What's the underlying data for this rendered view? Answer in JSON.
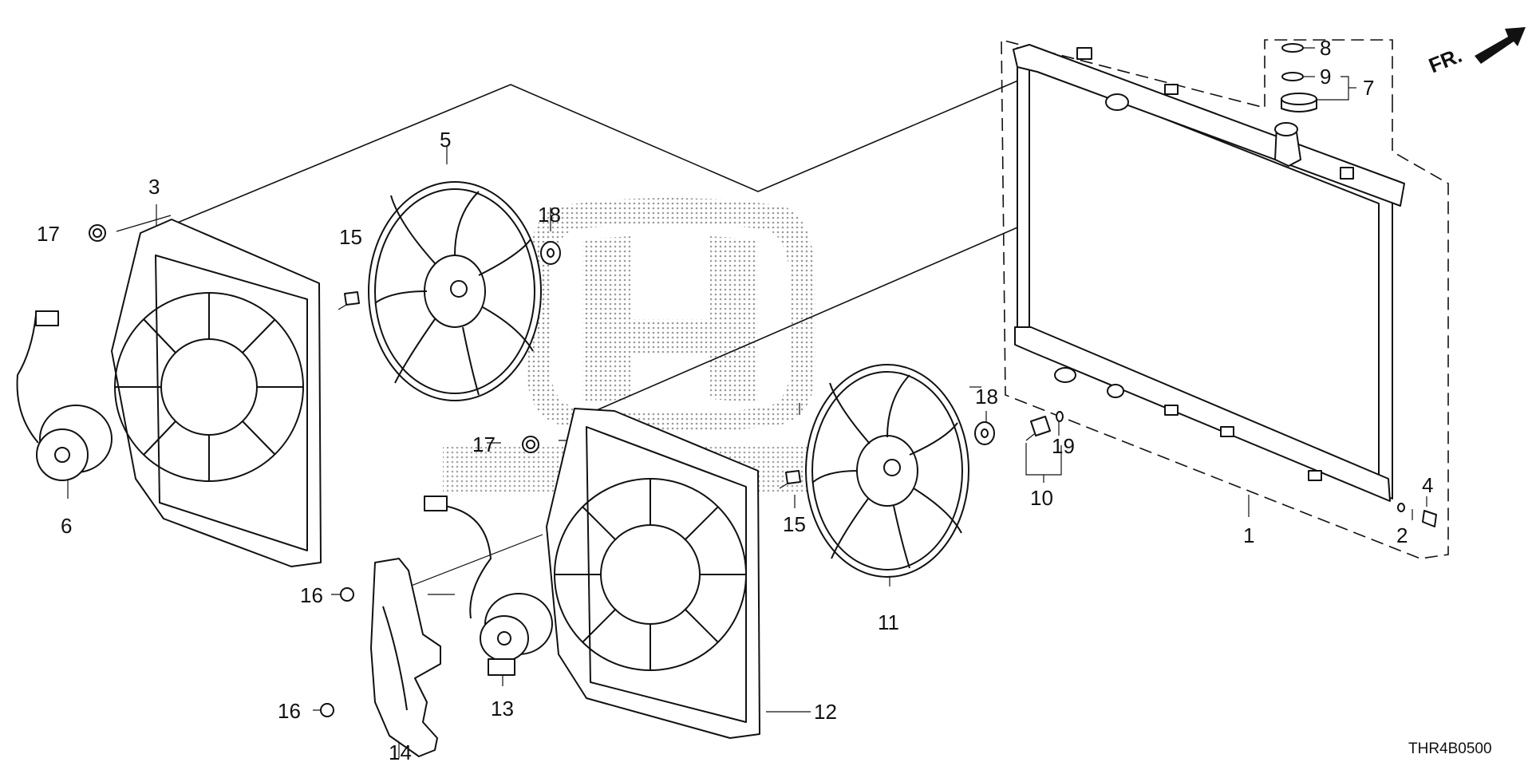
{
  "diagram": {
    "code": "THR4B0500",
    "direction_label": "FR.",
    "callouts": [
      {
        "id": "c1",
        "text": "1"
      },
      {
        "id": "c2",
        "text": "2"
      },
      {
        "id": "c3",
        "text": "3"
      },
      {
        "id": "c4",
        "text": "4"
      },
      {
        "id": "c5",
        "text": "5"
      },
      {
        "id": "c6",
        "text": "6"
      },
      {
        "id": "c7",
        "text": "7"
      },
      {
        "id": "c8",
        "text": "8"
      },
      {
        "id": "c9",
        "text": "9"
      },
      {
        "id": "c10",
        "text": "10"
      },
      {
        "id": "c11",
        "text": "11"
      },
      {
        "id": "c12",
        "text": "12"
      },
      {
        "id": "c13",
        "text": "13"
      },
      {
        "id": "c14",
        "text": "14"
      },
      {
        "id": "c15a",
        "text": "15"
      },
      {
        "id": "c15b",
        "text": "15"
      },
      {
        "id": "c16a",
        "text": "16"
      },
      {
        "id": "c16b",
        "text": "16"
      },
      {
        "id": "c17a",
        "text": "17"
      },
      {
        "id": "c17b",
        "text": "17"
      },
      {
        "id": "c18a",
        "text": "18"
      },
      {
        "id": "c18b",
        "text": "18"
      },
      {
        "id": "c19",
        "text": "19"
      }
    ]
  }
}
